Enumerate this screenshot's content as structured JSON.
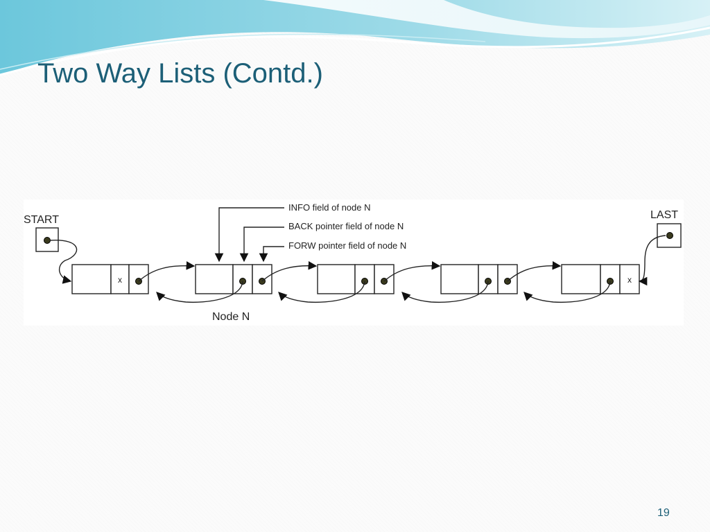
{
  "slide": {
    "title": "Two Way Lists (Contd.)",
    "page_number": "19"
  },
  "diagram": {
    "start_label": "START",
    "last_label": "LAST",
    "node_caption": "Node N",
    "callouts": [
      "INFO field of node N",
      "BACK pointer field of node N",
      "FORW pointer field of node N"
    ],
    "null_marker": "x",
    "node_count": 5
  }
}
